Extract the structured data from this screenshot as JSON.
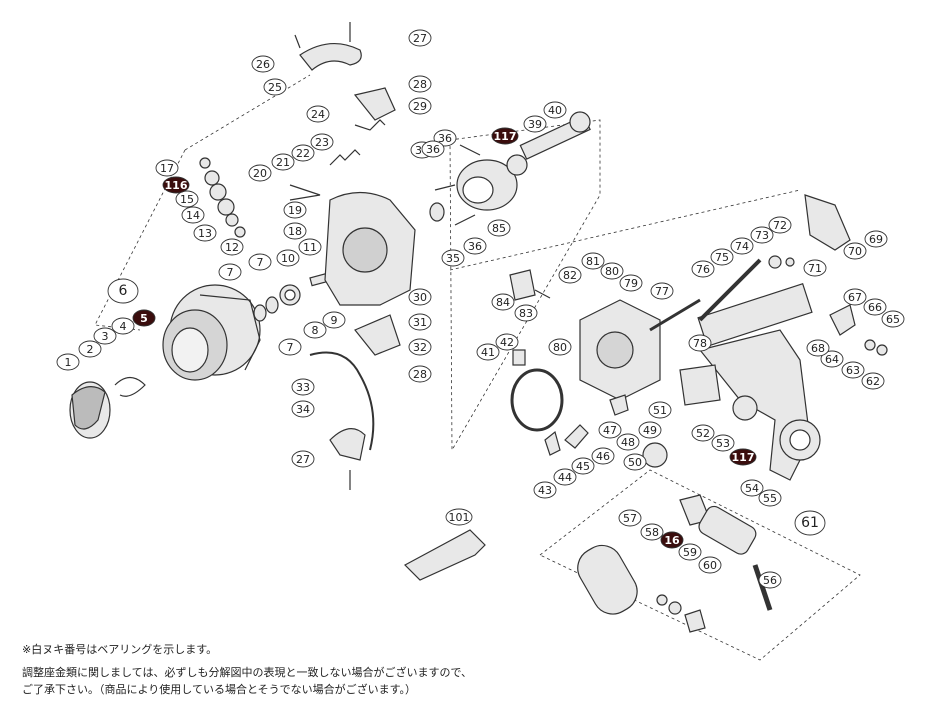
{
  "diagram": {
    "part_numbers": [
      "1",
      "2",
      "3",
      "4",
      "5",
      "6",
      "7",
      "8",
      "9",
      "10",
      "11",
      "12",
      "13",
      "14",
      "15",
      "16",
      "17",
      "18",
      "19",
      "20",
      "21",
      "22",
      "23",
      "24",
      "25",
      "26",
      "27",
      "28",
      "29",
      "30",
      "31",
      "32",
      "33",
      "34",
      "35",
      "36",
      "39",
      "40",
      "41",
      "42",
      "43",
      "44",
      "45",
      "46",
      "47",
      "48",
      "49",
      "50",
      "51",
      "52",
      "53",
      "54",
      "55",
      "56",
      "57",
      "58",
      "59",
      "60",
      "61",
      "62",
      "63",
      "64",
      "65",
      "66",
      "67",
      "68",
      "69",
      "70",
      "71",
      "72",
      "73",
      "74",
      "75",
      "76",
      "77",
      "78",
      "79",
      "80",
      "81",
      "82",
      "83",
      "84",
      "85",
      "101",
      "116",
      "117"
    ],
    "bearing_parts": [
      "5",
      "16",
      "116",
      "117"
    ],
    "colors": {
      "line": "#333333",
      "bearing_fill": "#3a0d0d",
      "part_fill": "#e8e8e8"
    }
  },
  "notes": {
    "line1": "※白ヌキ番号はベアリングを示します。",
    "line2": "調整座金類に関しましては、必ずしも分解図中の表現と一致しない場合がございますので、",
    "line3": "ご了承下さい。（商品により使用している場合とそうでない場合がございます。）"
  }
}
